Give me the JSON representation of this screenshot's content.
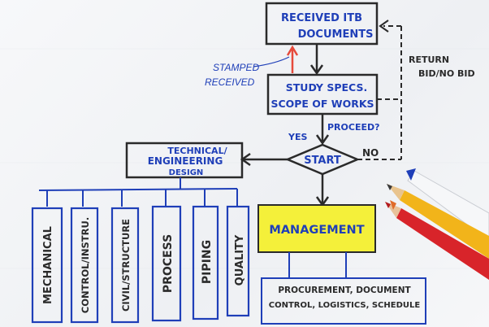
{
  "nodes": {
    "received": {
      "line1": "RECEIVED ITB",
      "line2": "DOCUMENTS"
    },
    "study": {
      "line1": "STUDY SPECS.",
      "line2": "SCOPE OF WORKS"
    },
    "start": {
      "label": "START"
    },
    "technical": {
      "line1": "TECHNICAL/",
      "line2": "ENGINEERING",
      "line3": "DESIGN"
    },
    "management": {
      "label": "MANAGEMENT"
    },
    "procurement": {
      "line1": "PROCUREMENT, DOCUMENT",
      "line2": "CONTROL, LOGISTICS, SCHEDULE"
    }
  },
  "disciplines": [
    "MECHANICAL",
    "CONTROL/INSTRU.",
    "CIVIL/STRUCTURE",
    "PROCESS",
    "PIPING",
    "QUALITY"
  ],
  "annotations": {
    "stamped_line1": "STAMPED",
    "stamped_line2": "RECEIVED",
    "return_line1": "RETURN",
    "return_line2": "BID/NO BID",
    "proceed": "PROCEED?",
    "yes": "YES",
    "no": "NO"
  },
  "colors": {
    "ink_blue": "#1f3fb8",
    "ink_dark": "#2a2a2a",
    "accent_red": "#e64a3b",
    "highlight_yellow": "#f4f03a"
  }
}
